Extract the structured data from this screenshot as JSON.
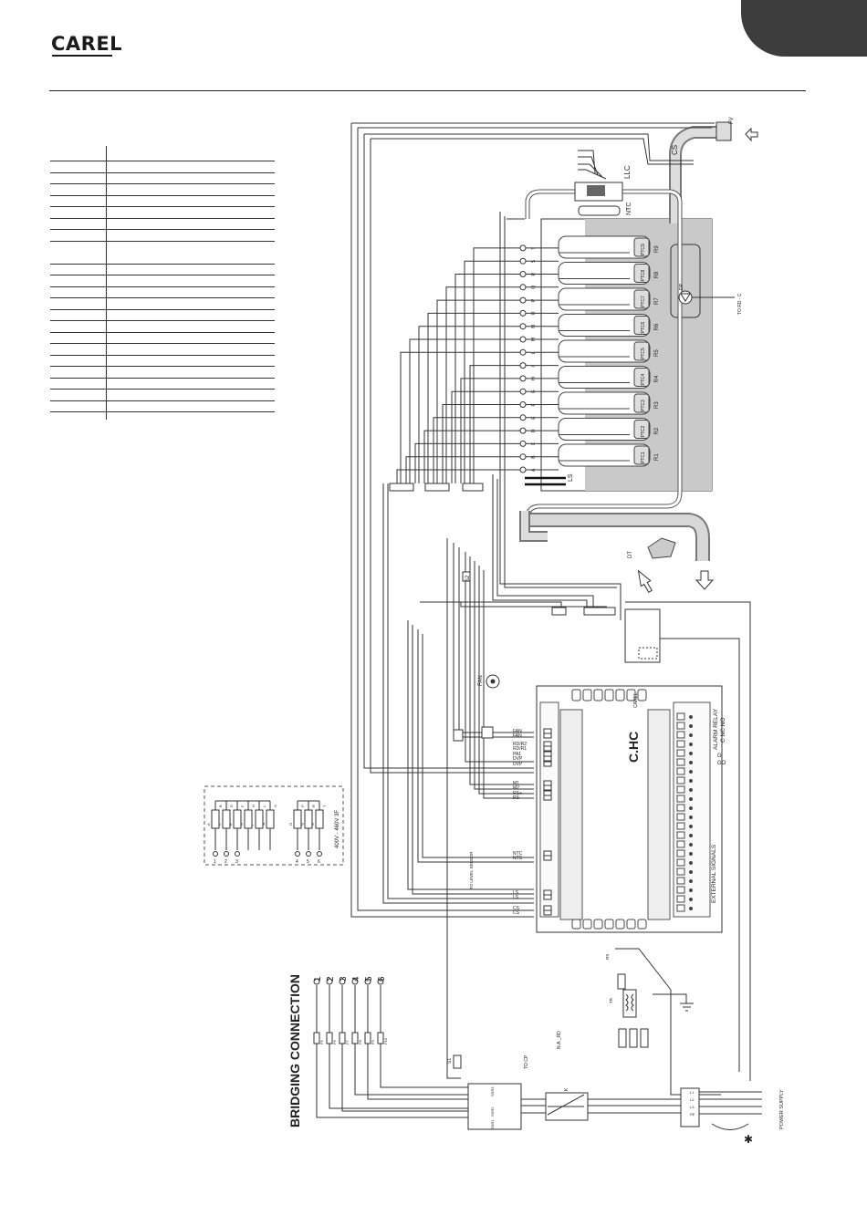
{
  "brand": {
    "name": "CAREL"
  },
  "diagram": {
    "heaters": [
      "R1",
      "R2",
      "R3",
      "R4",
      "R5",
      "R6",
      "R7",
      "R8",
      "R9"
    ],
    "ptc": [
      "PTC1",
      "PTC2",
      "PTC3",
      "PTC4",
      "PTC5",
      "PTC6",
      "PTC7",
      "PTC8",
      "PTC9"
    ],
    "terminal_letters": [
      "A",
      "B",
      "C",
      "D",
      "E",
      "F",
      "G",
      "H",
      "I",
      "L",
      "M",
      "N",
      "O",
      "P",
      "Q",
      "R",
      "S",
      "T"
    ],
    "labels": {
      "ls": "LS",
      "cs": "CS",
      "llc": "LLC",
      "ntc": "NTC",
      "fv": "FV",
      "dt": "DT",
      "dp": "DP",
      "to_rd_c": "TO RD - C",
      "s1": "S1",
      "s2": "S2",
      "fan": "FAN",
      "ssr1": "SSR1",
      "ssr2": "SSR2",
      "ssr3": "SSR3",
      "k": "K",
      "tr": "TR",
      "rs": "RS",
      "to_cp": "TO CP",
      "na_rd": "N.A._RD",
      "controller": "C.HC",
      "controller_brand": "CAREL",
      "alarm_relay": "ALARM RELAY",
      "alarm_contacts": "C NC NO",
      "external_signals": "EXTERNAL SIGNALS",
      "to_level_sensor": "TO LEVEL SENSOR",
      "g": "G",
      "g0": "GO",
      "power_supply": "POWER SUPPLY",
      "asterisk": "✱",
      "bridging_connection": "BRIDGING CONNECTION",
      "voltage_note": "400V - 460V 3F"
    },
    "bridging_numbers": [
      "1",
      "2",
      "3",
      "4",
      "5",
      "6"
    ],
    "bridging_fuses": [
      "F5",
      "F6",
      "F7",
      "F8",
      "F9",
      "F10"
    ],
    "wire_tags": [
      "FAN",
      "FAN",
      "RD/R2",
      "RD/R1",
      "PA1",
      "DVP",
      "DVP",
      "M1",
      "M2",
      "RS+",
      "RS-",
      "NTC",
      "NTC",
      "LS",
      "LS",
      "CS",
      "CS"
    ],
    "supply_terminals": [
      "L1",
      "L2",
      "L3",
      "PE"
    ],
    "inset_numbers": [
      "1",
      "2",
      "3",
      "4",
      "5",
      "6"
    ],
    "inset_letters": [
      "A",
      "B",
      "C",
      "D",
      "E",
      "F",
      "G",
      "H",
      "I",
      "L",
      "M",
      "N",
      "O",
      "P",
      "Q",
      "R",
      "S",
      "T"
    ]
  },
  "table": {
    "row_count": 24
  }
}
